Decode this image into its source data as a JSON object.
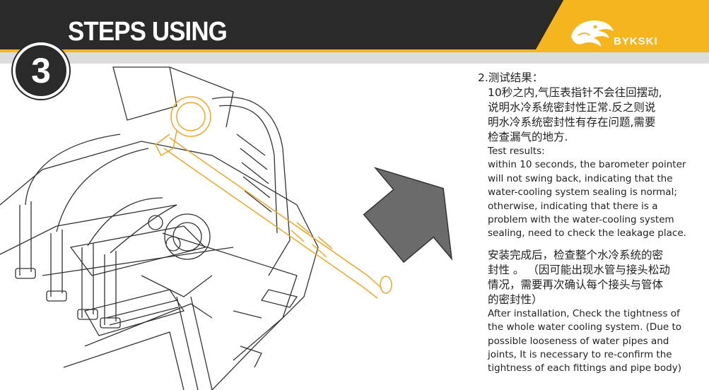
{
  "header": {
    "title": "STEPS USING",
    "step_number": "3",
    "brand": "BYKSKI",
    "colors": {
      "dark": "#2a2a2a",
      "accent": "#f5b51f"
    }
  },
  "content": {
    "test_heading_zh": "2.测试结果：",
    "test_lines_zh": [
      "10秒之内,气压表指针不会往回摆动,",
      "说明水冷系统密封性正常.反之则说",
      "明水冷系统密封性有存在问题,需要",
      "检查漏气的地方."
    ],
    "test_heading_en": "Test results:",
    "test_lines_en": [
      "within 10 seconds, the barometer pointer",
      "will not swing back, indicating that the",
      "water-cooling system sealing is normal;",
      "otherwise, indicating that there is a",
      "problem with the water-cooling system",
      "sealing, need to check the leakage place."
    ],
    "install_lines_zh": [
      "安装完成后，检查整个水冷系统的密",
      "封性 。 （因可能出现水管与接头松动",
      "情况，需要再次确认每个接头与管体",
      "的密封性）"
    ],
    "install_lines_en": [
      "After installation, Check the tightness of",
      "the whole water cooling system. (Due to",
      "possible looseness of water pipes and",
      "joints, It is necessary to re-confirm the",
      "tightness of each fittings and pipe body)"
    ]
  }
}
